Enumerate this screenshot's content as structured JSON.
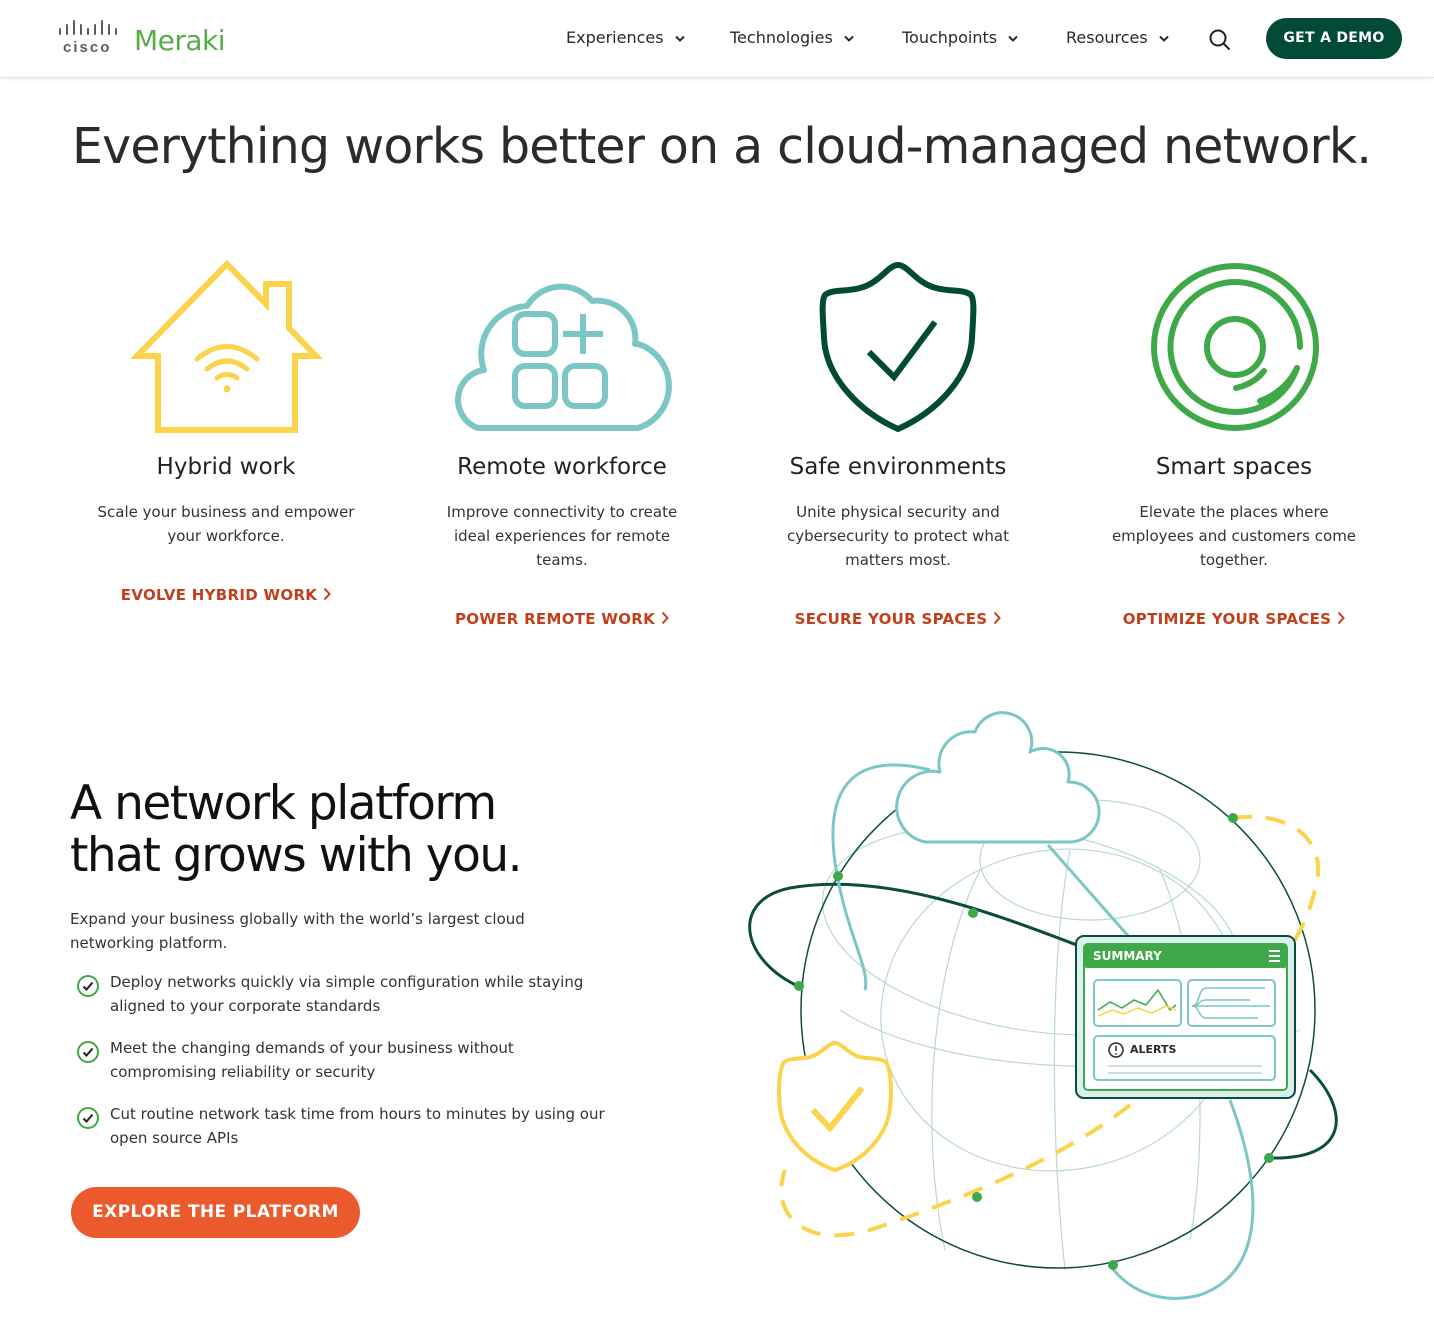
{
  "brand": {
    "company": "cisco",
    "product": "Meraki",
    "icon": "cisco-bars-logo"
  },
  "nav": {
    "items": [
      {
        "label": "Experiences",
        "icon": "chevron-down-icon"
      },
      {
        "label": "Technologies",
        "icon": "chevron-down-icon"
      },
      {
        "label": "Touchpoints",
        "icon": "chevron-down-icon"
      },
      {
        "label": "Resources",
        "icon": "chevron-down-icon"
      }
    ],
    "search_icon": "search-icon",
    "cta_label": "GET A DEMO"
  },
  "hero": {
    "headline": "Everything works better on a cloud-managed network."
  },
  "cards": [
    {
      "icon": "house-wifi-icon",
      "title": "Hybrid work",
      "description": "Scale your business and empower your workforce.",
      "link": "EVOLVE HYBRID WORK"
    },
    {
      "icon": "cloud-apps-icon",
      "title": "Remote workforce",
      "description": "Improve connectivity to create ideal experiences for remote teams.",
      "link": "POWER REMOTE WORK"
    },
    {
      "icon": "shield-check-icon",
      "title": "Safe environments",
      "description": "Unite physical security and cybersecurity to protect what matters most.",
      "link": "SECURE YOUR SPACES"
    },
    {
      "icon": "concentric-circles-icon",
      "title": "Smart spaces",
      "description": "Elevate the places where employees and customers come together.",
      "link": "OPTIMIZE YOUR SPACES"
    }
  ],
  "platform": {
    "title_line1": "A network platform",
    "title_line2": "that grows with you.",
    "intro": "Expand your business globally with the world’s largest cloud networking platform.",
    "bullets": [
      "Deploy networks quickly via simple configuration while staying aligned to your corporate standards",
      "Meet the changing demands of your business without compromising reliability or security",
      "Cut routine network task time from hours to minutes by using our open source APIs"
    ],
    "cta_label": "EXPLORE THE PLATFORM",
    "illustration": {
      "panel_title": "SUMMARY",
      "alerts_label": "ALERTS"
    }
  },
  "colors": {
    "brand_green": "#59ad48",
    "dark_green": "#014a36",
    "link_red": "#c13f1b",
    "cta_orange": "#ea5a2d",
    "yellow": "#fbd34d",
    "teal": "#7cc6c6"
  }
}
